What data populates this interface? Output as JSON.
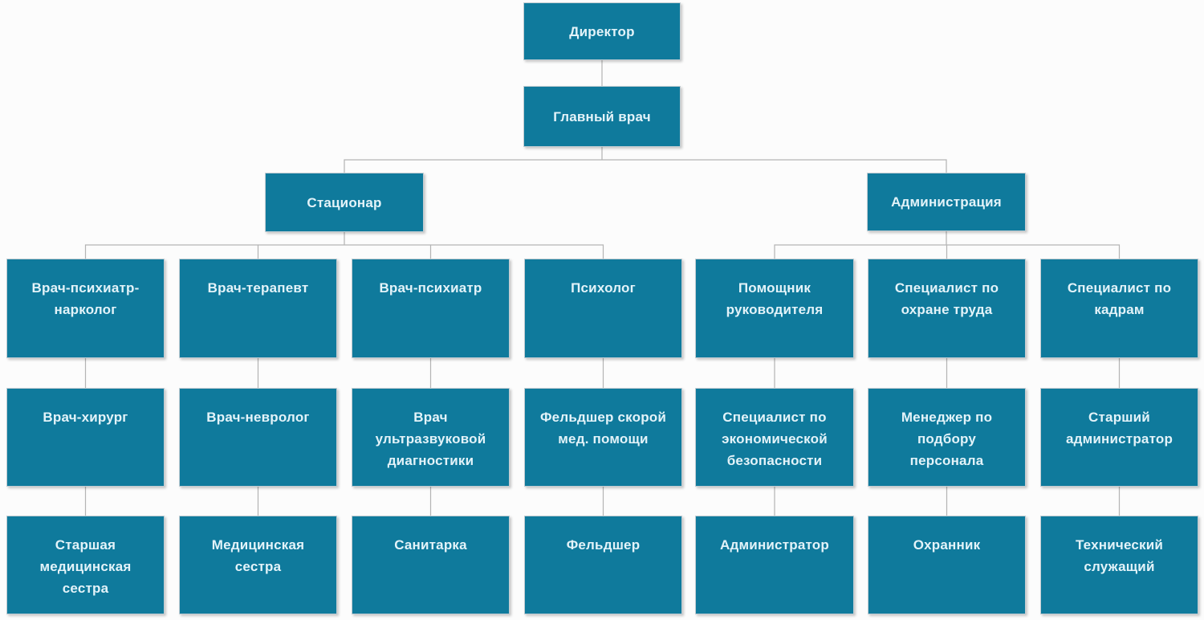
{
  "diagram": {
    "type": "org-chart",
    "language": "ru",
    "colors": {
      "node_fill": "#0f7a9c",
      "node_text": "#e3f3f9",
      "connector": "#b4b4b4",
      "background": "#fcfcfc"
    },
    "nodes": {
      "director": {
        "label": "Директор"
      },
      "chief_doctor": {
        "label": "Главный врач"
      },
      "stationar": {
        "label": "Стационар"
      },
      "administration": {
        "label": "Администрация"
      },
      "psychiatrist_narcologist": {
        "label": "Врач-психиатр-\nнарколог"
      },
      "therapist": {
        "label": "Врач-терапевт"
      },
      "psychiatrist": {
        "label": "Врач-психиатр"
      },
      "psychologist": {
        "label": "Психолог"
      },
      "assistant_to_director": {
        "label": "Помощник\nруководителя"
      },
      "labor_safety_specialist": {
        "label": "Специалист по\nохране труда"
      },
      "hr_specialist": {
        "label": "Специалист по\nкадрам"
      },
      "surgeon": {
        "label": "Врач-хирург"
      },
      "neurologist": {
        "label": "Врач-невролог"
      },
      "ultrasound_doctor": {
        "label": "Врач\nультразвуковой\nдиагностики"
      },
      "ambulance_paramedic": {
        "label": "Фельдшер скорой\nмед. помощи"
      },
      "economic_security_specialist": {
        "label": "Специалист по\nэкономической\nбезопасности"
      },
      "recruitment_manager": {
        "label": "Менеджер по\nподбору\nперсонала"
      },
      "senior_administrator": {
        "label": "Старший\nадминистратор"
      },
      "head_nurse": {
        "label": "Старшая\nмедицинская\nсестра"
      },
      "nurse": {
        "label": "Медицинская\nсестра"
      },
      "orderly": {
        "label": "Санитарка"
      },
      "paramedic": {
        "label": "Фельдшер"
      },
      "administrator": {
        "label": "Администратор"
      },
      "security_guard": {
        "label": "Охранник"
      },
      "technical_worker": {
        "label": "Технический\nслужащий"
      }
    },
    "hierarchy": {
      "director": [
        "chief_doctor"
      ],
      "chief_doctor": [
        "stationar",
        "administration"
      ],
      "stationar": [
        "psychiatrist_narcologist",
        "therapist",
        "psychiatrist",
        "psychologist"
      ],
      "administration": [
        "assistant_to_director",
        "labor_safety_specialist",
        "hr_specialist"
      ],
      "psychiatrist_narcologist": [
        "surgeon"
      ],
      "therapist": [
        "neurologist"
      ],
      "psychiatrist": [
        "ultrasound_doctor"
      ],
      "psychologist": [
        "ambulance_paramedic"
      ],
      "assistant_to_director": [
        "economic_security_specialist"
      ],
      "labor_safety_specialist": [
        "recruitment_manager"
      ],
      "hr_specialist": [
        "senior_administrator"
      ],
      "surgeon": [
        "head_nurse"
      ],
      "neurologist": [
        "nurse"
      ],
      "ultrasound_doctor": [
        "orderly"
      ],
      "ambulance_paramedic": [
        "paramedic"
      ],
      "economic_security_specialist": [
        "administrator"
      ],
      "recruitment_manager": [
        "security_guard"
      ],
      "senior_administrator": [
        "technical_worker"
      ]
    }
  }
}
